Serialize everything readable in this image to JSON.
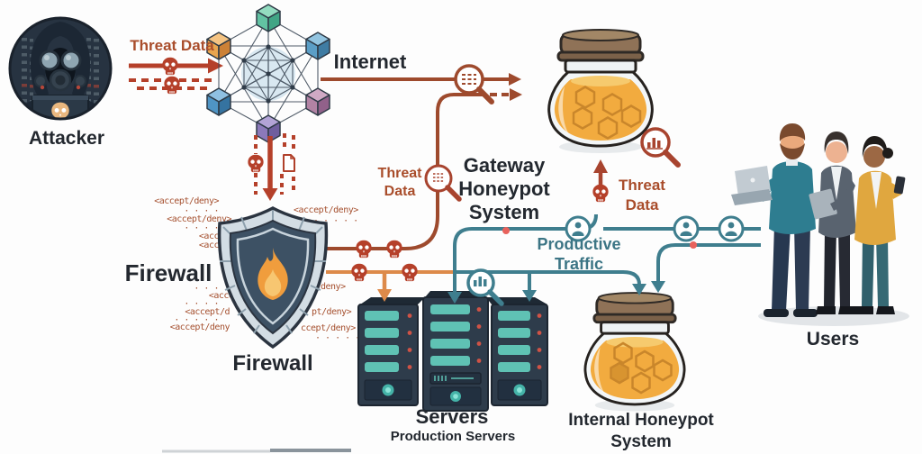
{
  "labels": {
    "attacker": "Attacker",
    "threat_data_top": "Threat Data",
    "internet": "Internet",
    "gateway_line1": "Gateway",
    "gateway_line2": "Honeypot",
    "gateway_line3": "System",
    "threat_mid_line1": "Threat",
    "threat_mid_line2": "Data",
    "threat_right_line1": "Threat",
    "threat_right_line2": "Data",
    "firewall_side": "Firewall",
    "firewall_main": "Firewall",
    "productive_line1": "Productive",
    "productive_line2": "Traffic",
    "servers_title": "Servers",
    "servers_subtitle": "Production Servers",
    "internal_line1": "Internal Honeypot",
    "internal_line2": "System",
    "users": "Users"
  },
  "firewall_rules": {
    "left": [
      "<accept/deny>",
      "· · · ·",
      "<accept/deny>",
      "· · · ·",
      "<acc",
      "<acc",
      "· · ·",
      "<accep",
      "· · · ·",
      "<accept/d",
      "· · · · ·",
      "<accept/deny"
    ],
    "right": [
      "<accept/deny>",
      "· · · · ·",
      "deny>",
      "pt/deny>",
      "ccept/deny>",
      "· · · · ·"
    ]
  },
  "icons": {
    "attacker_avatar": "hooded-hacker-gas-mask",
    "botnet_mesh": "network-mesh-of-cubes",
    "gateway_honeypot": "honey-jar",
    "internal_honeypot": "honey-jar",
    "firewall_shield": "shield-with-flame",
    "servers": "three-server-racks",
    "users_group": "three-people-with-devices",
    "skull": "skull-threat-marker",
    "document": "file-document",
    "log_magnifier": "magnifier-log-lines",
    "inspect_magnifier": "magnifier-document",
    "stats_magnifier_red": "magnifier-bar-chart",
    "stats_magnifier_teal": "magnifier-bar-chart",
    "person_badge": "user-in-circle"
  },
  "colors": {
    "threat_text": "#a94d2b",
    "threat_line_dark": "#9e4a2d",
    "threat_bright": "#b5402a",
    "attack_orange": "#dd8a4a",
    "productive_teal": "#3f7e8e",
    "label_dark": "#23282f",
    "honey": "#f2ab3f",
    "lid_brown": "#8f7257",
    "shield_light": "#d3dde4",
    "shield_dark": "#3d5164",
    "flame_orange": "#f09d3d",
    "server_navy": "#2e3c4b",
    "server_teal": "#5fc2b4",
    "alert_red_dot": "#e8625c"
  }
}
